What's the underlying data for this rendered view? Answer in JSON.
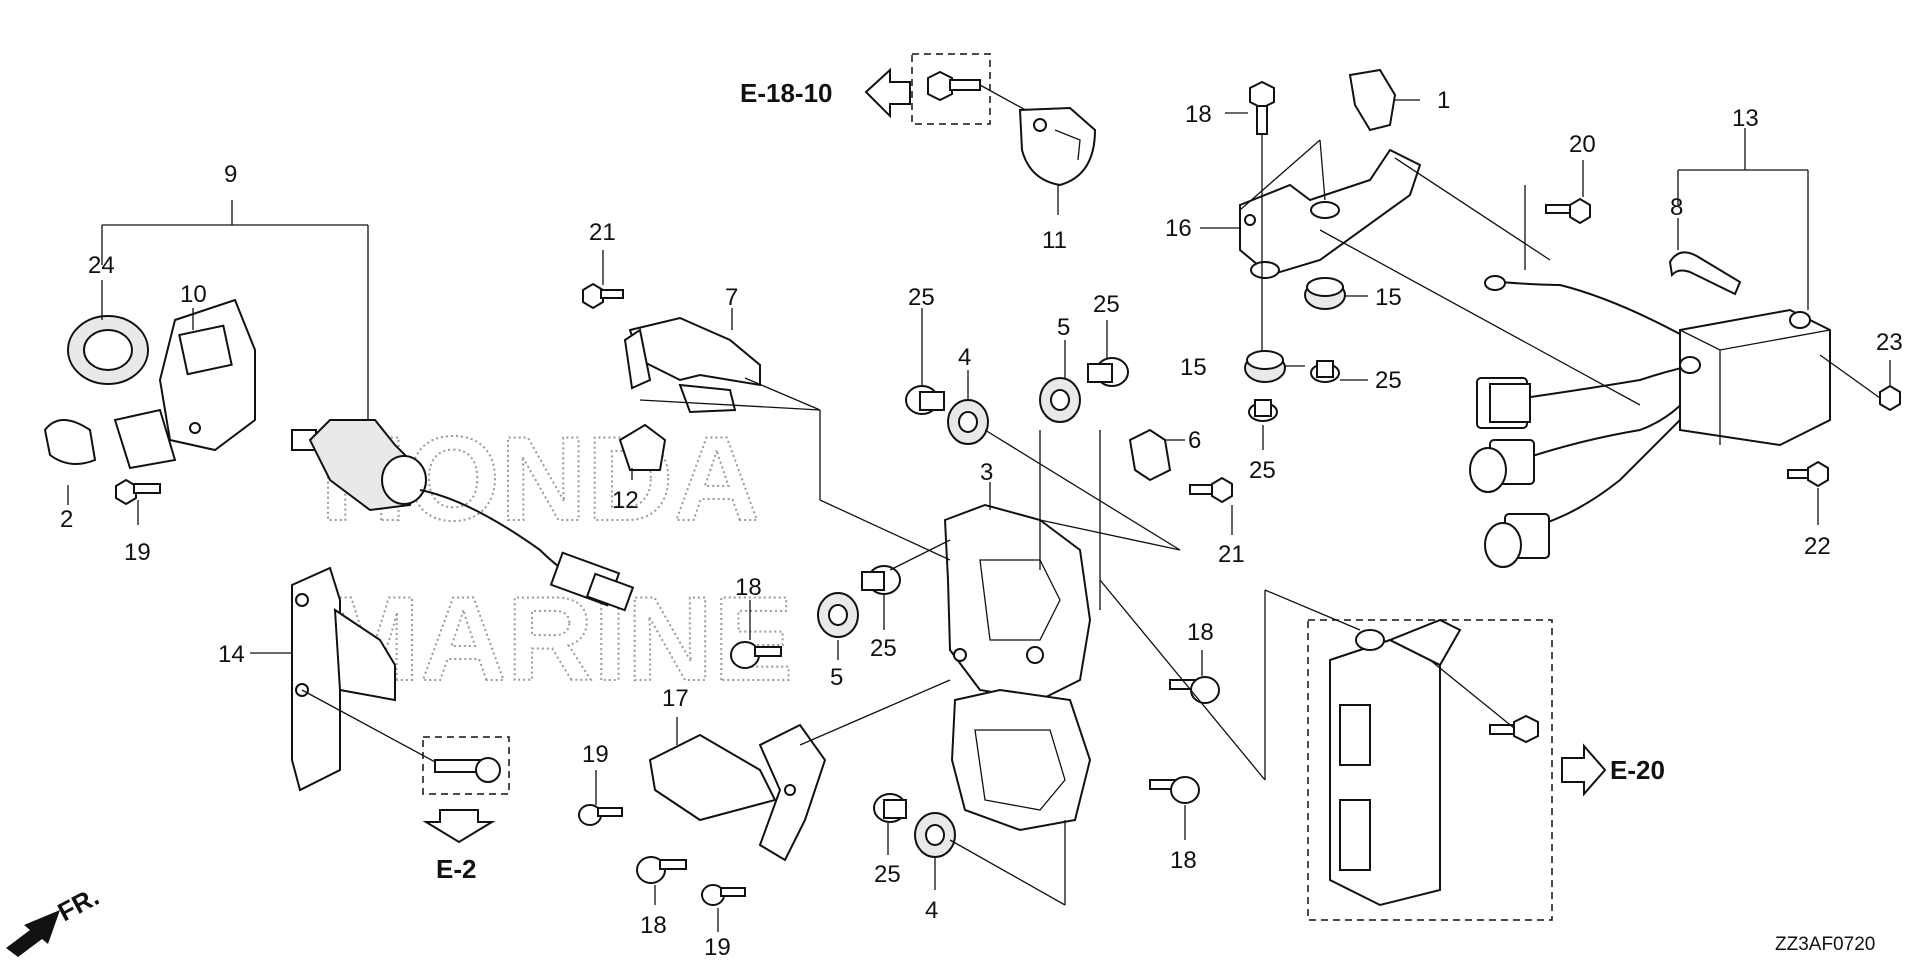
{
  "watermark": {
    "line1": "HONDA",
    "line2": "MARINE"
  },
  "diagram_code": "ZZ3AF0720",
  "references": {
    "e18_10": "E-18-10",
    "e2": "E-2",
    "e20": "E-20",
    "front": "FR."
  },
  "callouts": {
    "c1": "1",
    "c2": "2",
    "c3": "3",
    "c4_top": "4",
    "c4_bottom": "4",
    "c5_top": "5",
    "c5_left": "5",
    "c6": "6",
    "c7": "7",
    "c8": "8",
    "c9": "9",
    "c10": "10",
    "c11": "11",
    "c12": "12",
    "c13": "13",
    "c14": "14",
    "c15_left": "15",
    "c15_right": "15",
    "c16": "16",
    "c17": "17",
    "c18_top": "18",
    "c18_left": "18",
    "c18_mid": "18",
    "c18_bottomright": "18",
    "c18_bottomleft": "18",
    "c19_left": "19",
    "c19_mid": "19",
    "c19_bottom": "19",
    "c20": "20",
    "c21_left": "21",
    "c21_right": "21",
    "c22": "22",
    "c23": "23",
    "c24": "24",
    "c25_a": "25",
    "c25_b": "25",
    "c25_c": "25",
    "c25_d": "25",
    "c25_e": "25",
    "c25_f": "25"
  }
}
